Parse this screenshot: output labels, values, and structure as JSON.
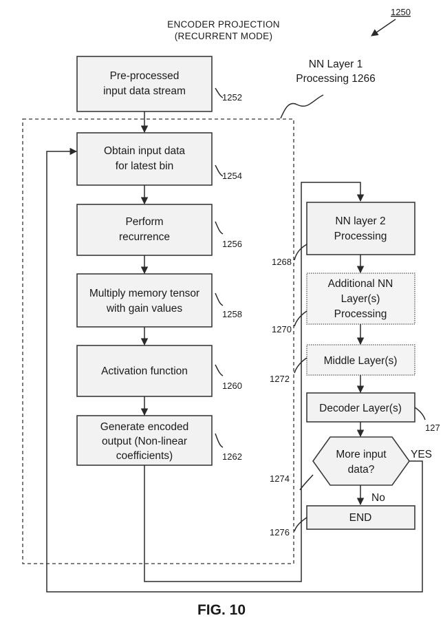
{
  "header": {
    "title_line1": "ENCODER PROJECTION",
    "title_line2": "(RECURRENT MODE)",
    "figure_ref": "1250"
  },
  "nn_layer1": {
    "label_line1": "NN Layer 1",
    "label_line2": "Processing 1266"
  },
  "left_column": [
    {
      "line1": "Pre-processed",
      "line2": "input data stream",
      "ref": "1252"
    },
    {
      "line1": "Obtain input data",
      "line2": "for latest bin",
      "ref": "1254"
    },
    {
      "line1": "Perform",
      "line2": "recurrence",
      "ref": "1256"
    },
    {
      "line1": "Multiply memory tensor",
      "line2": "with gain values",
      "ref": "1258"
    },
    {
      "line1": "Activation function",
      "ref": "1260"
    },
    {
      "line1": "Generate encoded",
      "line2": "output (Non-linear",
      "line3": "coefficients)",
      "ref": "1262"
    }
  ],
  "right_column": [
    {
      "line1": "NN layer 2",
      "line2": "Processing",
      "ref": "1268"
    },
    {
      "line1": "Additional NN",
      "line2": "Layer(s)",
      "line3": "Processing",
      "ref": "1270"
    },
    {
      "line1": "Middle Layer(s)",
      "ref": "1272"
    },
    {
      "line1": "Decoder Layer(s)",
      "ref": "127"
    }
  ],
  "decision": {
    "line1": "More input",
    "line2": "data?",
    "ref": "1274",
    "yes_label": "YES",
    "no_label": "No"
  },
  "end_box": {
    "label": "END",
    "ref": "1276"
  },
  "caption": "FIG. 10"
}
